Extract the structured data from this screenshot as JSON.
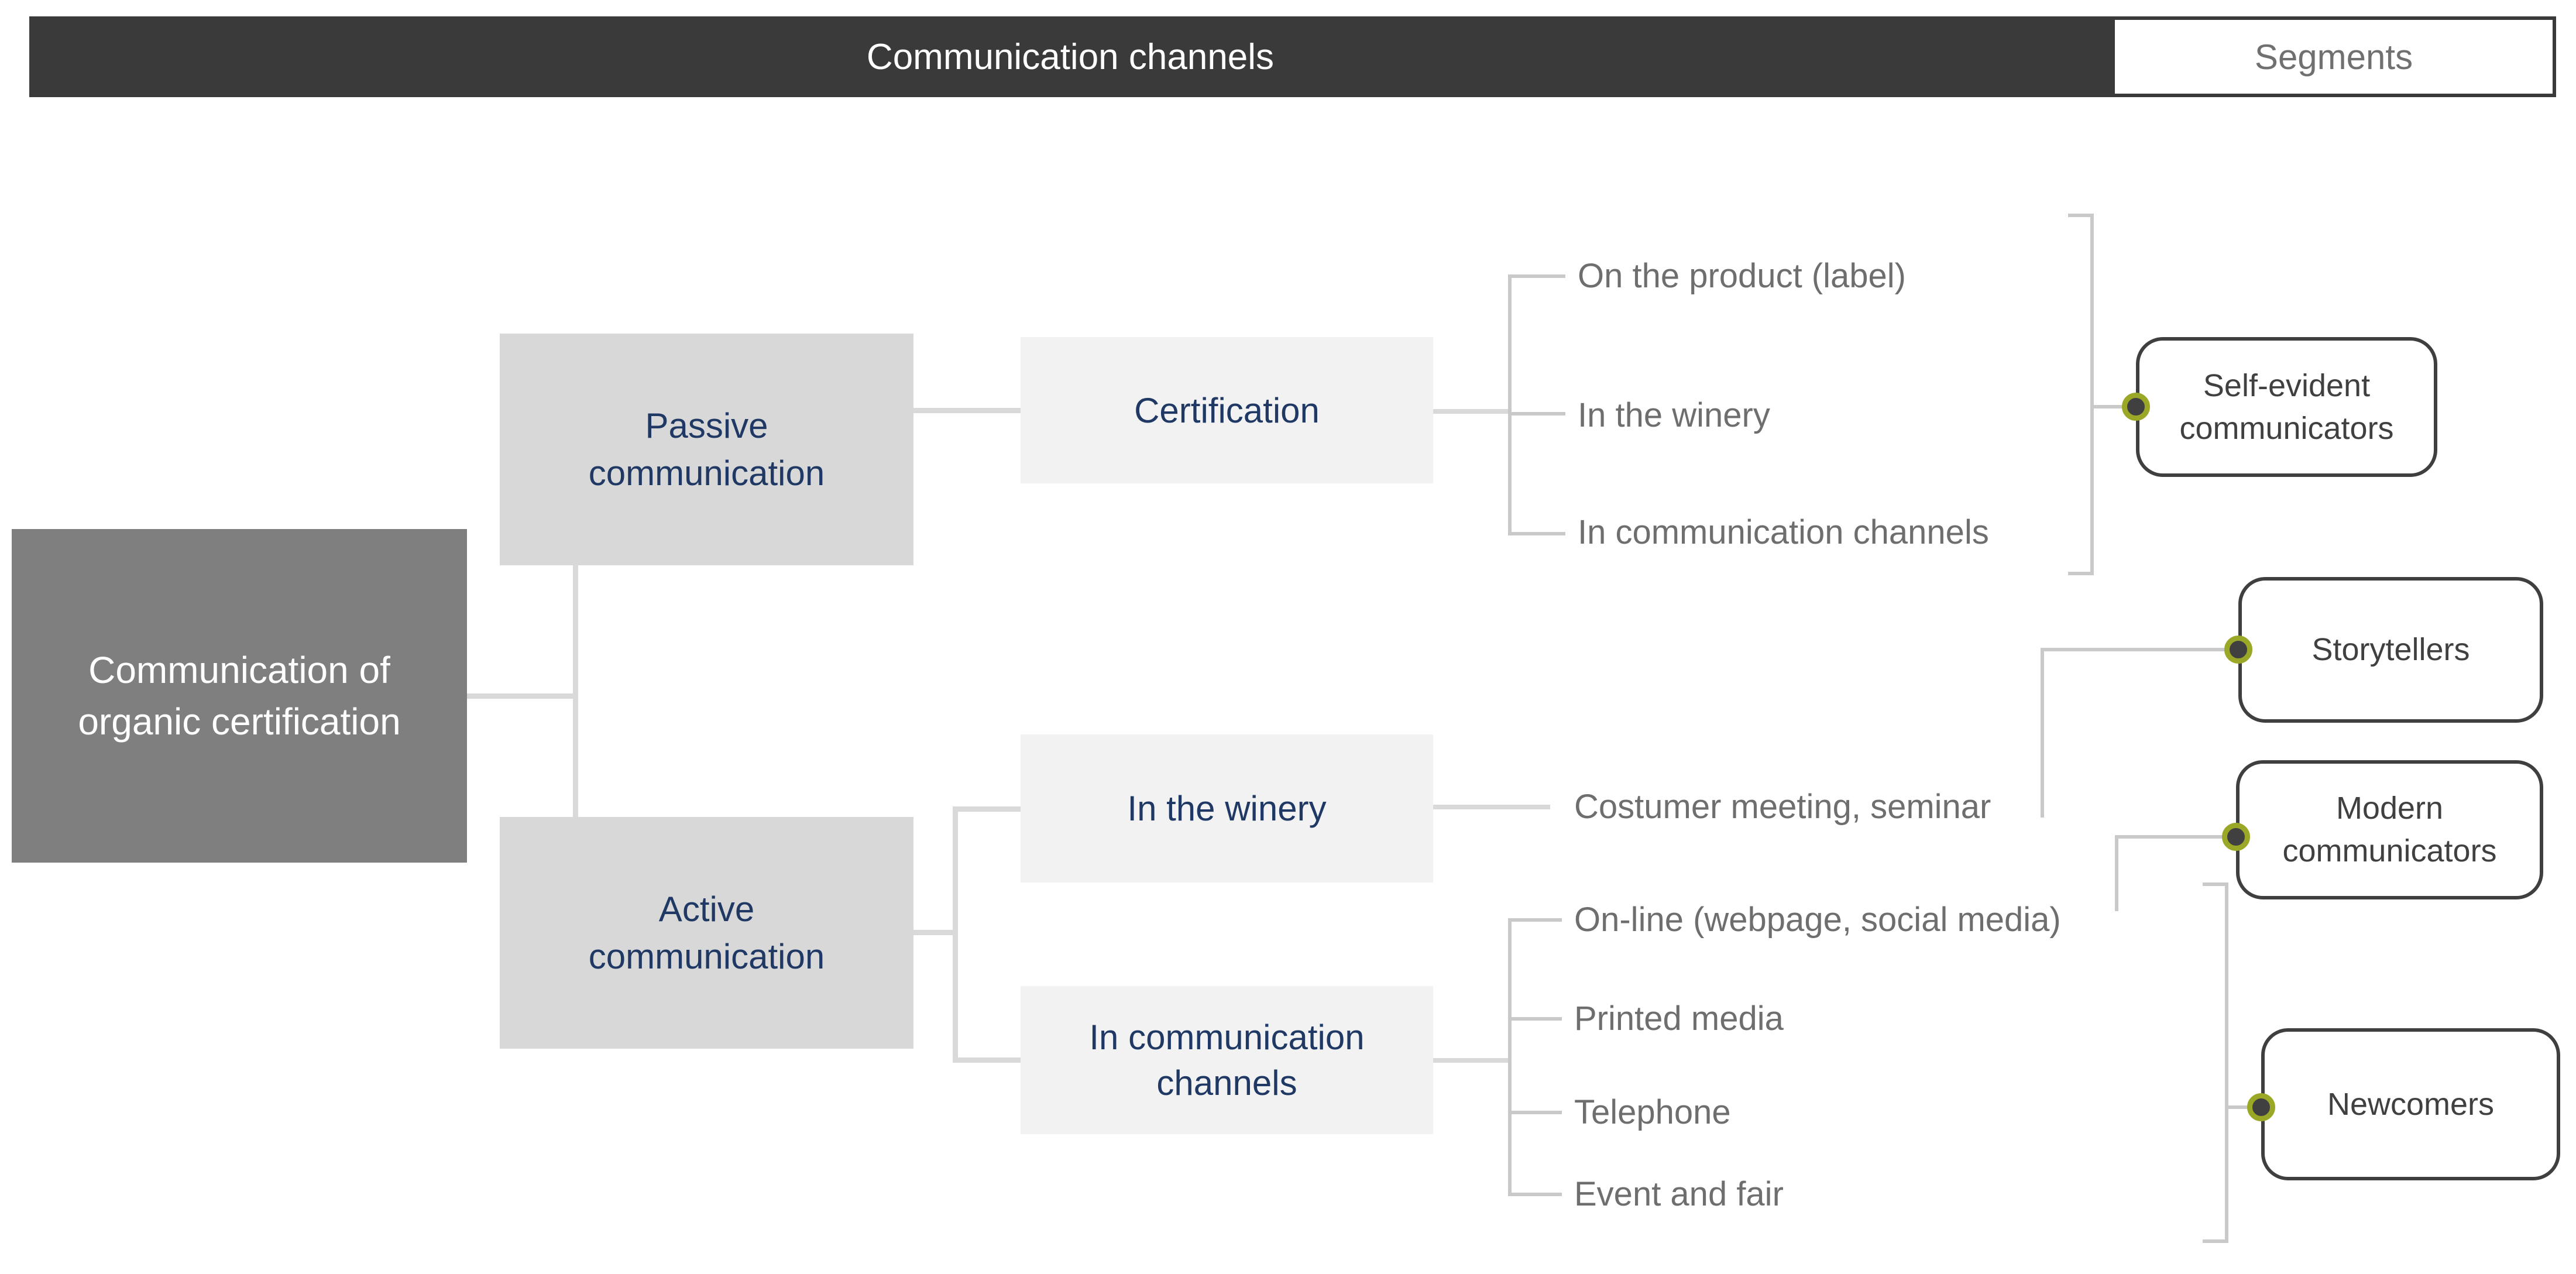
{
  "header": {
    "channels": "Communication channels",
    "segments": "Segments"
  },
  "root": "Communication of organic certification",
  "passive": {
    "label": "Passive communication",
    "child": "Certification",
    "leaves": [
      "On the product (label)",
      "In the winery",
      "In communication channels"
    ]
  },
  "active": {
    "label": "Active communication",
    "winery": {
      "label": "In the winery",
      "leaves": [
        "Costumer meeting, seminar"
      ]
    },
    "channels": {
      "label": "In communication channels",
      "leaves": [
        "On-line (webpage, social media)",
        "Printed media",
        "Telephone",
        "Event and fair"
      ]
    }
  },
  "segments": [
    "Self-evident communicators",
    "Storytellers",
    "Modern communicators",
    "Newcomers"
  ],
  "colors": {
    "header_bar_bg": "#3a3a3a",
    "header_bar_text": "#ffffff",
    "segments_text": "#707070",
    "root_bg": "#7f7f7f",
    "root_text": "#ffffff",
    "branch_bg": "#d8d8d8",
    "subnode_bg": "#f2f2f2",
    "node_text": "#1f3864",
    "leaf_text": "#6e6e6e",
    "connector": "#d9d9d9",
    "bracket": "#c9c9c9",
    "segment_border": "#3f3f3f",
    "segment_text": "#404040",
    "dot_fill": "#404040",
    "dot_ring": "#9aa727"
  }
}
